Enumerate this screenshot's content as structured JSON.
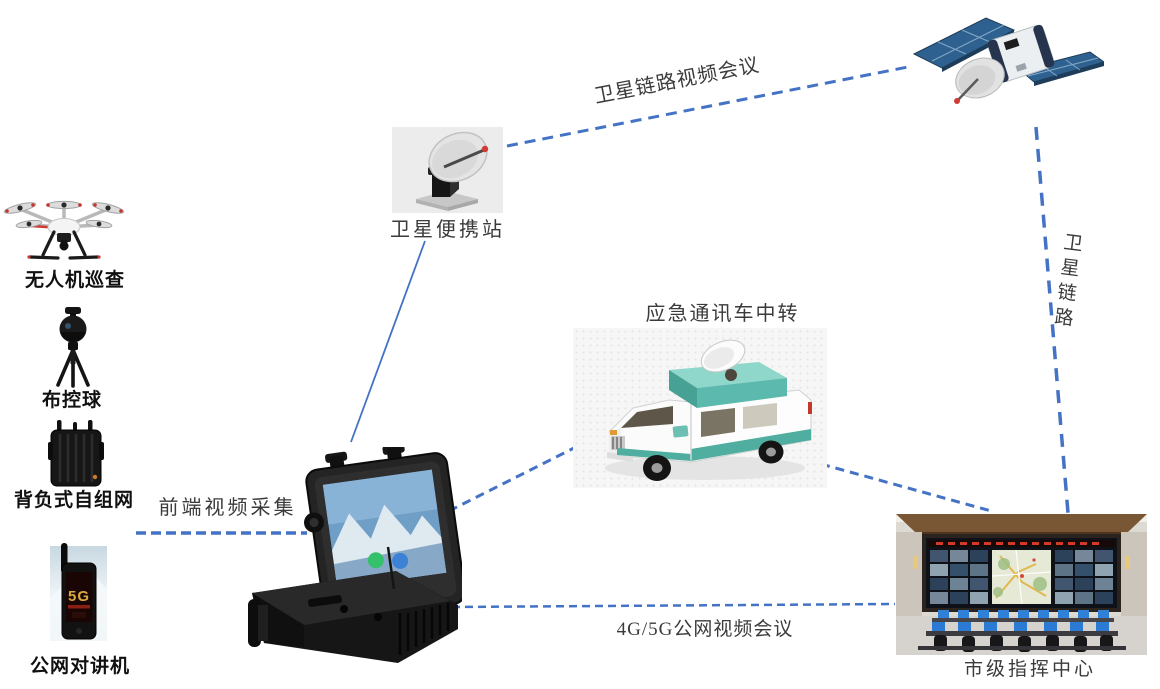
{
  "diagram": {
    "type": "network-topology",
    "line_color": "#4472C4",
    "label_color": "#3b3b3b",
    "nodes": {
      "drone": {
        "label": "无人机巡查",
        "icon": "drone-icon"
      },
      "surveillance_ball": {
        "label": "布控球",
        "icon": "ptz-ball-camera-icon"
      },
      "backpack_mesh_radio": {
        "label": "背负式自组网",
        "icon": "backpack-radio-icon"
      },
      "public_network_walkie": {
        "label": "公网对讲机",
        "icon": "handset-5g-icon",
        "screen_text": "5G"
      },
      "satellite_portable_station": {
        "label": "卫星便携站",
        "icon": "satellite-dish-station-icon"
      },
      "satellite": {
        "label": "",
        "icon": "satellite-icon"
      },
      "emergency_vehicle": {
        "label": "应急通讯车中转",
        "icon": "comms-vehicle-icon"
      },
      "portable_terminal_case": {
        "label": "",
        "icon": "rugged-case-terminal-icon"
      },
      "city_command_center": {
        "label": "市级指挥中心",
        "icon": "command-center-room-icon"
      }
    },
    "edges": [
      {
        "from": "field_devices",
        "to": "portable_terminal_case",
        "label": "前端视频采集",
        "style": "dashed"
      },
      {
        "from": "satellite_portable_station",
        "to": "satellite",
        "label": "卫星链路视频会议",
        "style": "dashed"
      },
      {
        "from": "satellite_portable_station",
        "to": "portable_terminal_case",
        "label": "",
        "style": "solid"
      },
      {
        "from": "portable_terminal_case",
        "to": "emergency_vehicle",
        "label": "",
        "style": "dashed"
      },
      {
        "from": "emergency_vehicle",
        "to": "city_command_center",
        "label": "",
        "style": "dashed"
      },
      {
        "from": "portable_terminal_case",
        "to": "city_command_center",
        "label": "4G/5G公网视频会议",
        "style": "dashed"
      },
      {
        "from": "satellite",
        "to": "city_command_center",
        "label": "卫星链路",
        "style": "dashed"
      }
    ]
  }
}
